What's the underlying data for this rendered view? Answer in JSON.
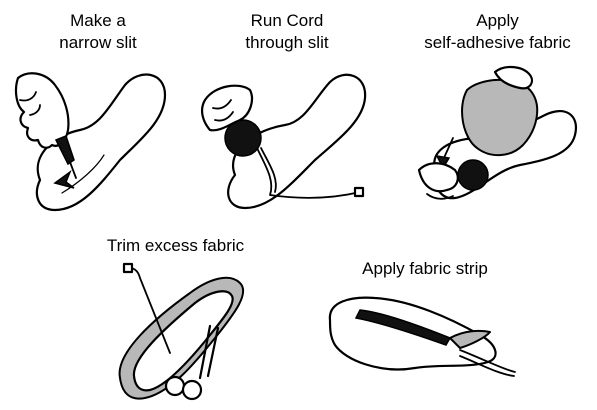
{
  "steps": [
    {
      "id": "make-slit",
      "caption_lines": [
        "Make a",
        "narrow slit"
      ]
    },
    {
      "id": "run-cord",
      "caption_lines": [
        "Run Cord",
        "through slit"
      ]
    },
    {
      "id": "apply-adhesive",
      "caption_lines": [
        "Apply",
        "self-adhesive fabric"
      ]
    },
    {
      "id": "trim-fabric",
      "caption_lines": [
        "Trim excess fabric"
      ]
    },
    {
      "id": "apply-strip",
      "caption_lines": [
        "Apply fabric strip"
      ]
    }
  ],
  "colors": {
    "ink": "#000000",
    "fabric_grey": "#b8b8b8",
    "background": "#ffffff"
  }
}
